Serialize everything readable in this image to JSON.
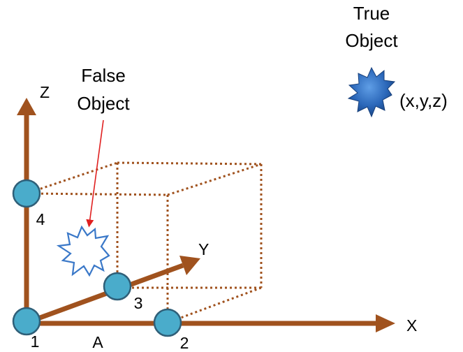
{
  "labels": {
    "true_object_line1": "True",
    "true_object_line2": "Object",
    "coords": "(x,y,z)",
    "false_object_line1": "False",
    "false_object_line2": "Object",
    "axis_z": "Z",
    "axis_y": "Y",
    "axis_x": "X",
    "dim_a": "A",
    "sensor_1": "1",
    "sensor_2": "2",
    "sensor_3": "3",
    "sensor_4": "4"
  },
  "colors": {
    "axis": "#a0521e",
    "box_dotted": "#a0521e",
    "sensor_fill": "#4aaccb",
    "sensor_stroke": "#2f5f78",
    "true_object_fill": "#2a66b8",
    "false_object_stroke": "#3a78c8",
    "pointer_arrow": "#e02020"
  },
  "icons": {
    "true_object": "starburst-filled-icon",
    "false_object": "starburst-outline-icon"
  }
}
